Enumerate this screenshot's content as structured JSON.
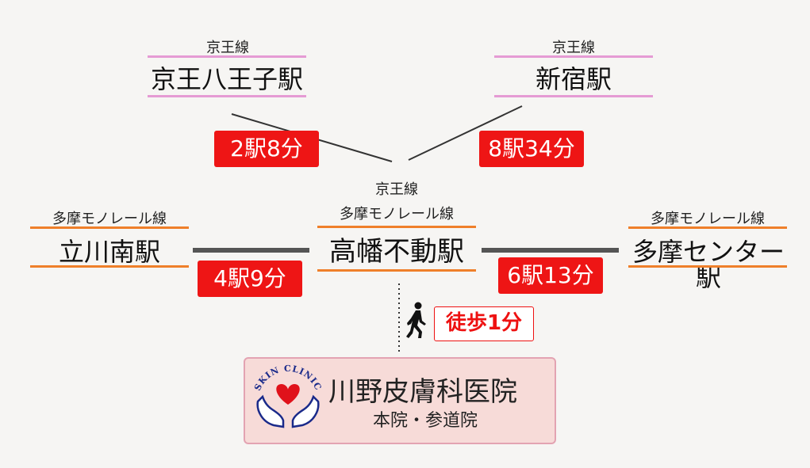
{
  "stations": {
    "hachioji": {
      "line": "京王線",
      "name": "京王八王子駅"
    },
    "shinjuku": {
      "line": "京王線",
      "name": "新宿駅"
    },
    "tachikawa": {
      "line": "多摩モノレール線",
      "name": "立川南駅"
    },
    "center": {
      "line1": "京王線",
      "line2": "多摩モノレール線",
      "name": "高幡不動駅"
    },
    "tama_center": {
      "line": "多摩モノレール線",
      "name": "多摩センター駅"
    }
  },
  "badges": {
    "to_hachioji": "2駅8分",
    "to_shinjuku": "8駅34分",
    "to_tachikawa": "4駅9分",
    "to_tama_center": "6駅13分",
    "walk": "徒歩1分"
  },
  "clinic": {
    "logo_text": "SKIN CLINIC",
    "name": "川野皮膚科医院",
    "sub": "本院・参道院"
  },
  "colors": {
    "keio_underline": "#e59bd4",
    "monorail_underline": "#ef7f2a",
    "badge_bg": "#ee1515",
    "connector": "#555555",
    "clinic_bg": "#f7dbd8"
  },
  "icons": {
    "walker": "walking-person-icon",
    "clinic_logo": "heart-hands-logo"
  }
}
